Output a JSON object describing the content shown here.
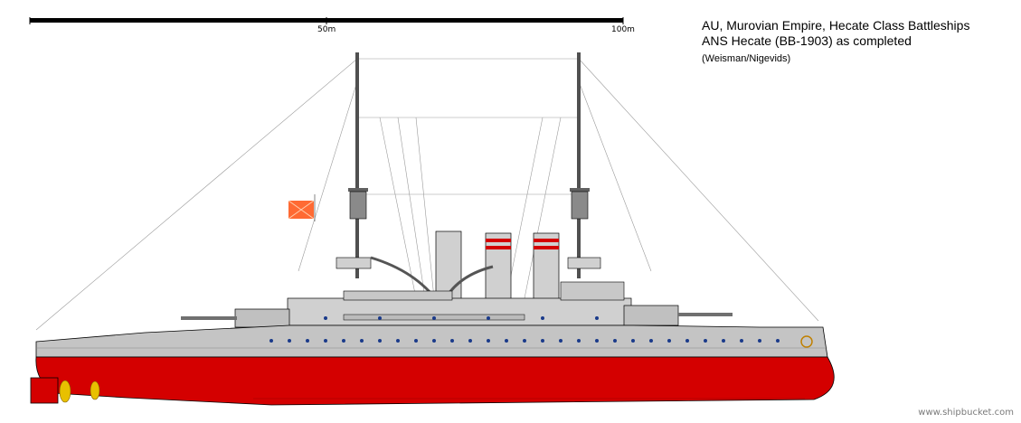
{
  "title": {
    "line1": "AU, Murovian Empire, Hecate Class Battleships",
    "line2": "ANS Hecate (BB-1903) as completed",
    "credit": "(Weisman/Nigevids)"
  },
  "scale_bar": {
    "label_mid": "50m",
    "label_end": "100m"
  },
  "watermark": "www.shipbucket.com",
  "colors": {
    "hull_lower": "#d40000",
    "hull_upper": "#c4c4c4",
    "superstructure": "#d0d0d0",
    "outline": "#000000",
    "porthole": "#1a3a8a",
    "funnel_band": "#d40000",
    "propeller": "#e8c000",
    "flag": "#ff6a33"
  }
}
